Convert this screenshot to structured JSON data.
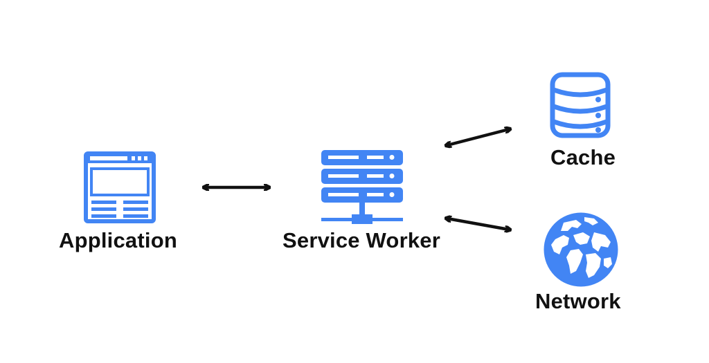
{
  "diagram": {
    "nodes": {
      "application": {
        "label": "Application",
        "icon": "browser-window-icon"
      },
      "service_worker": {
        "label": "Service Worker",
        "icon": "server-stack-icon"
      },
      "cache": {
        "label": "Cache",
        "icon": "database-icon"
      },
      "network": {
        "label": "Network",
        "icon": "globe-icon"
      }
    },
    "edges": [
      {
        "from": "Application",
        "to": "Service Worker",
        "direction": "bidirectional"
      },
      {
        "from": "Service Worker",
        "to": "Cache",
        "direction": "bidirectional"
      },
      {
        "from": "Service Worker",
        "to": "Network",
        "direction": "bidirectional"
      }
    ],
    "colors": {
      "icon": "#4285f4",
      "arrow": "#111111",
      "text": "#111111",
      "background": "#ffffff"
    }
  }
}
